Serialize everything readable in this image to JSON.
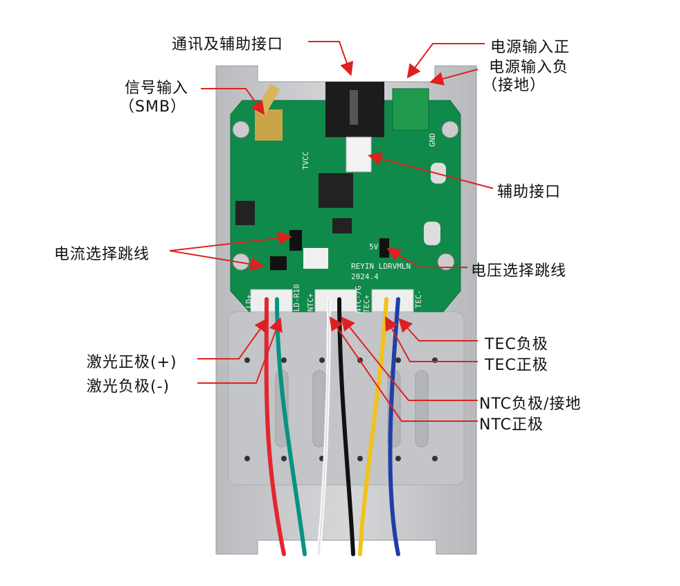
{
  "labels": {
    "comm_aux_port": "通讯及辅助接口",
    "power_in_pos": "电源输入正",
    "power_in_neg": "电源输入负",
    "power_in_neg_note": "（接地）",
    "signal_input": "信号输入",
    "signal_input_note": "（SMB）",
    "aux_port": "辅助接口",
    "current_jumper": "电流选择跳线",
    "voltage_jumper": "电压选择跳线",
    "tec_neg": "TEC负极",
    "tec_pos": "TEC正极",
    "ntc_neg": "NTC负极/接地",
    "ntc_pos": "NTC正极",
    "laser_pos": "激光正极(+)",
    "laser_neg": "激光负极(-)"
  },
  "silkscreen": {
    "brand": "REYIN LDRVMLN",
    "date": "2024.4",
    "v5": "5V",
    "tvcc": "TVCC",
    "ld_plus": "LD+",
    "ld_minus": "LD-R10",
    "ntc_plus": "NTC+",
    "ntc_minus": "NTC-/G",
    "tec_plus": "TEC+",
    "tec_minus": "TEC-",
    "gnd": "GND"
  },
  "colors": {
    "arrow": "#e02020",
    "pcb": "#0f8a4a",
    "plate": "#c9cbcd"
  }
}
